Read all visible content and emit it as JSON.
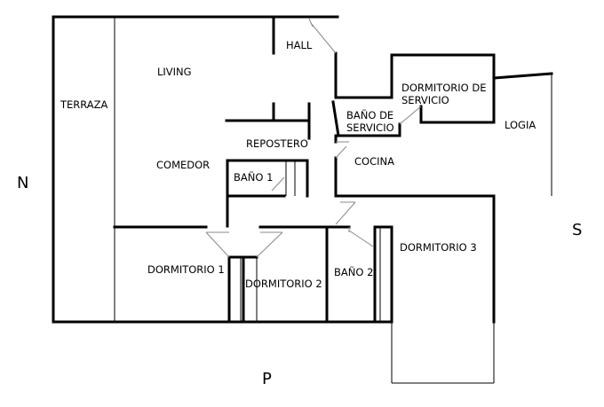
{
  "rooms": {
    "terraza": "TERRAZA",
    "living": "LIVING",
    "hall": "HALL",
    "comedor": "COMEDOR",
    "repostero": "REPOSTERO",
    "bano1": "BAÑO 1",
    "bano_servicio_1": "BAÑO DE",
    "bano_servicio_2": "SERVICIO",
    "dormitorio_servicio_1": "DORMITORIO DE",
    "dormitorio_servicio_2": "SERVICIO",
    "logia": "LOGIA",
    "cocina": "COCINA",
    "dormitorio1": "DORMITORIO 1",
    "dormitorio2": "DORMITORIO 2",
    "bano2": "BAÑO 2",
    "dormitorio3": "DORMITORIO 3"
  },
  "compass": {
    "north": "N",
    "south": "S",
    "p": "P"
  }
}
